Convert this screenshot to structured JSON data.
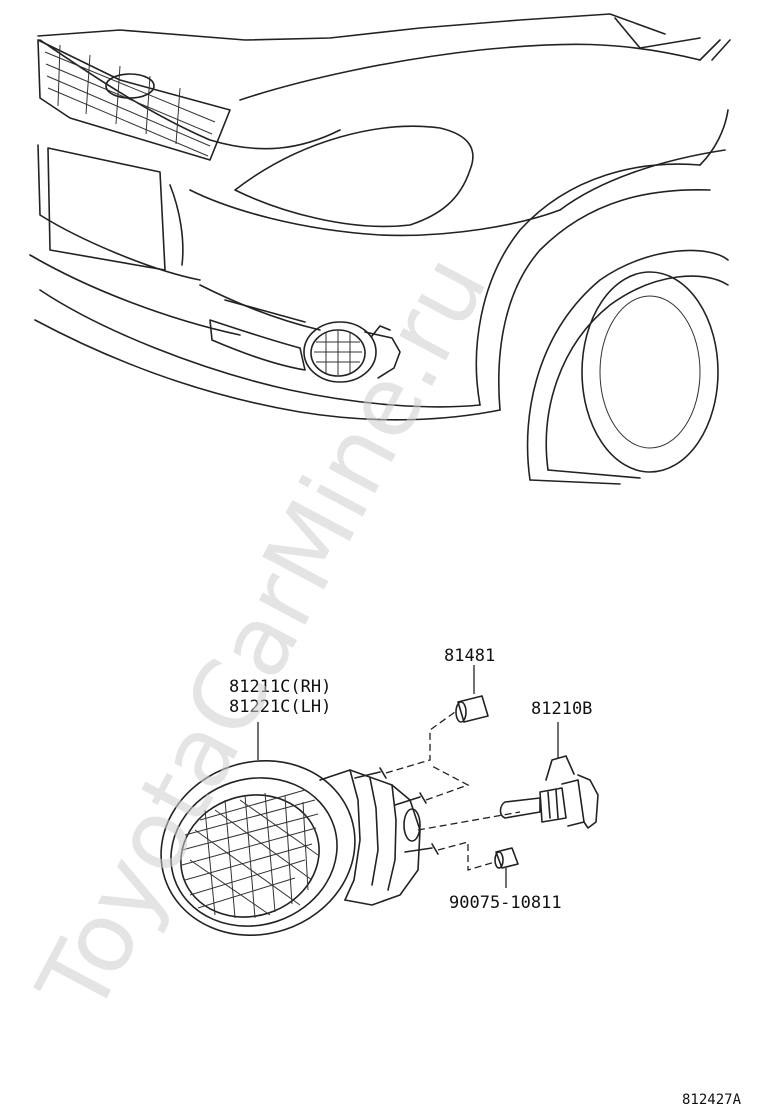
{
  "parts": {
    "clip": "81481",
    "fog_lamp_rh": "81211C(RH)",
    "fog_lamp_lh": "81221C(LH)",
    "bulb": "81210B",
    "nut": "90075-10811"
  },
  "diagram_id": "812427A",
  "watermark": "ToyotaCarMine.ru"
}
